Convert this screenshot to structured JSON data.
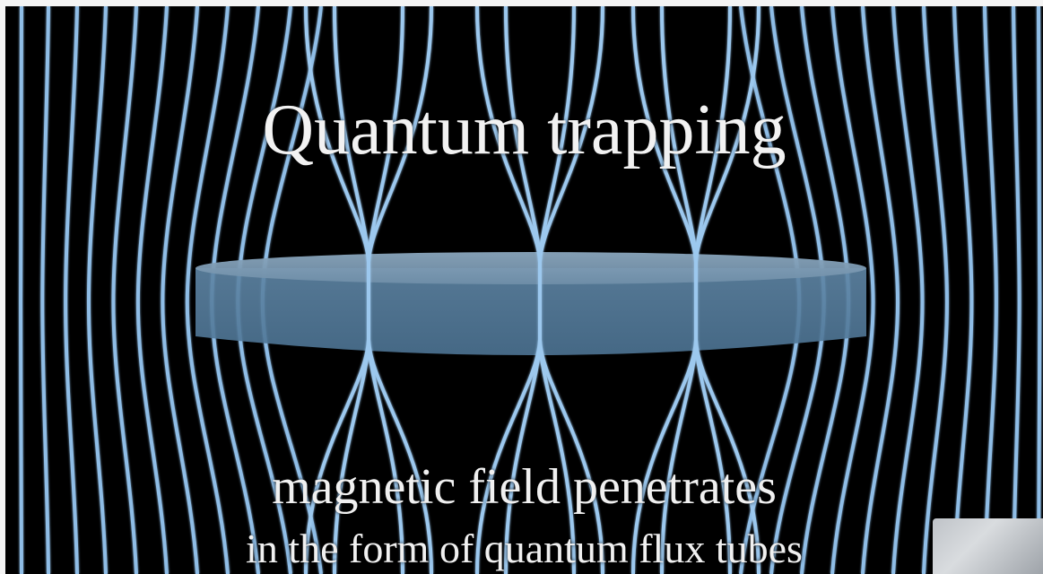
{
  "slide": {
    "title": "Quantum trapping",
    "caption_line1": "magnetic field penetrates",
    "caption_line2": "in the form of quantum flux tubes"
  },
  "colors": {
    "background": "#000000",
    "field_line": "#8fbde6",
    "superconductor_disc": "#5f88a8",
    "text": "#f2f2f2"
  }
}
